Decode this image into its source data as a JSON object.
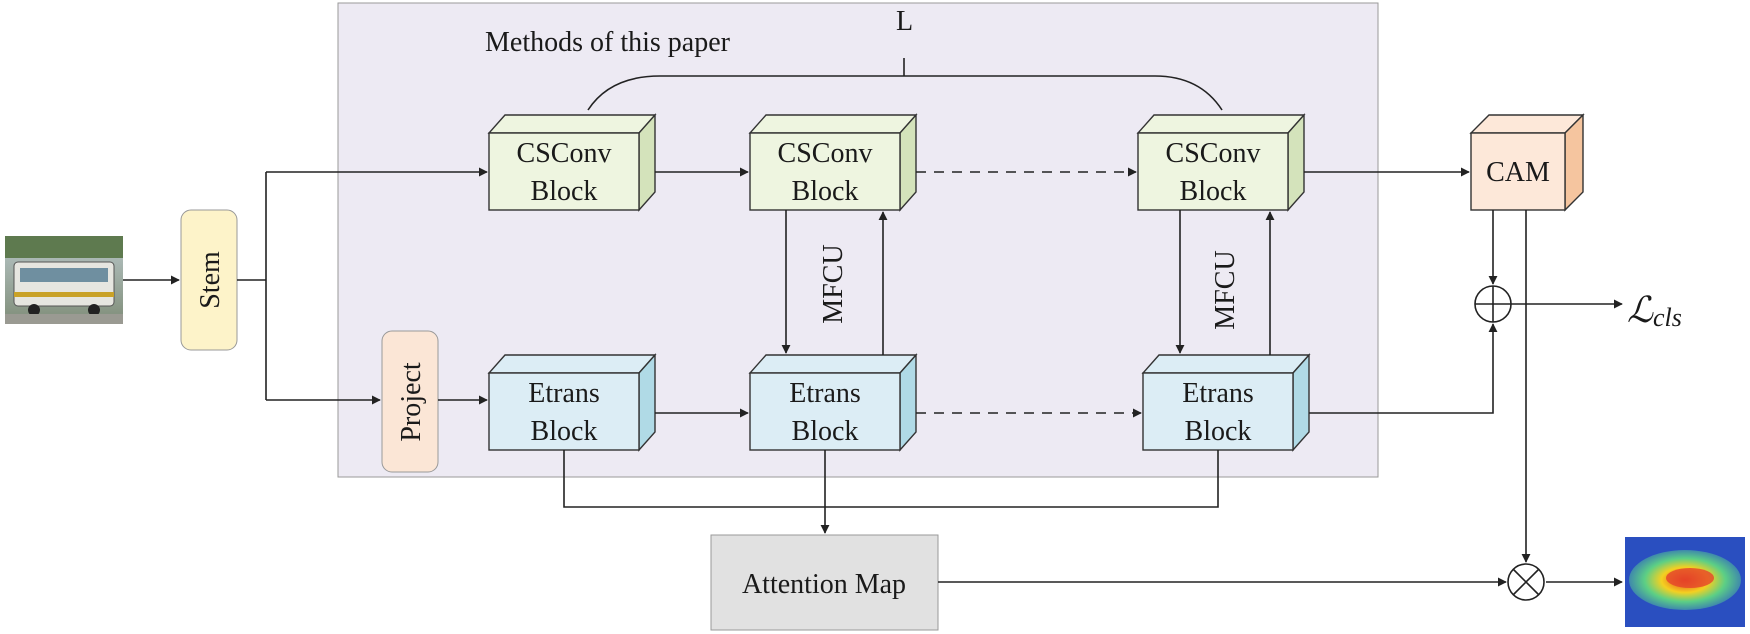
{
  "panel": {
    "title": "Methods of this paper",
    "loop_label": "L"
  },
  "stem_label": "Stem",
  "project_label": "Project",
  "csconv_blocks": [
    {
      "line1": "CSConv",
      "line2": "Block"
    },
    {
      "line1": "CSConv",
      "line2": "Block"
    },
    {
      "line1": "CSConv",
      "line2": "Block"
    }
  ],
  "etrans_blocks": [
    {
      "line1": "Etrans",
      "line2": "Block"
    },
    {
      "line1": "Etrans",
      "line2": "Block"
    },
    {
      "line1": "Etrans",
      "line2": "Block"
    }
  ],
  "mfcu_labels": [
    "MFCU",
    "MFCU"
  ],
  "cam_label": "CAM",
  "attention_label": "Attention Map",
  "loss_label": "ℒ",
  "loss_subscript": "cls",
  "operators": {
    "add": "⊕",
    "multiply": "⊗"
  },
  "colors": {
    "panel_bg": "#edeaf3",
    "csconv_face": "#eef5e0",
    "csconv_side": "#d4e3bb",
    "etrans_face": "#dcedf5",
    "etrans_side": "#b0dae6",
    "cam_face": "#fde8d9",
    "cam_side": "#f5c59f",
    "stem_fill": "#fdf3c9",
    "project_fill": "#fbe6d6",
    "attention_fill": "#e1e1e1"
  }
}
